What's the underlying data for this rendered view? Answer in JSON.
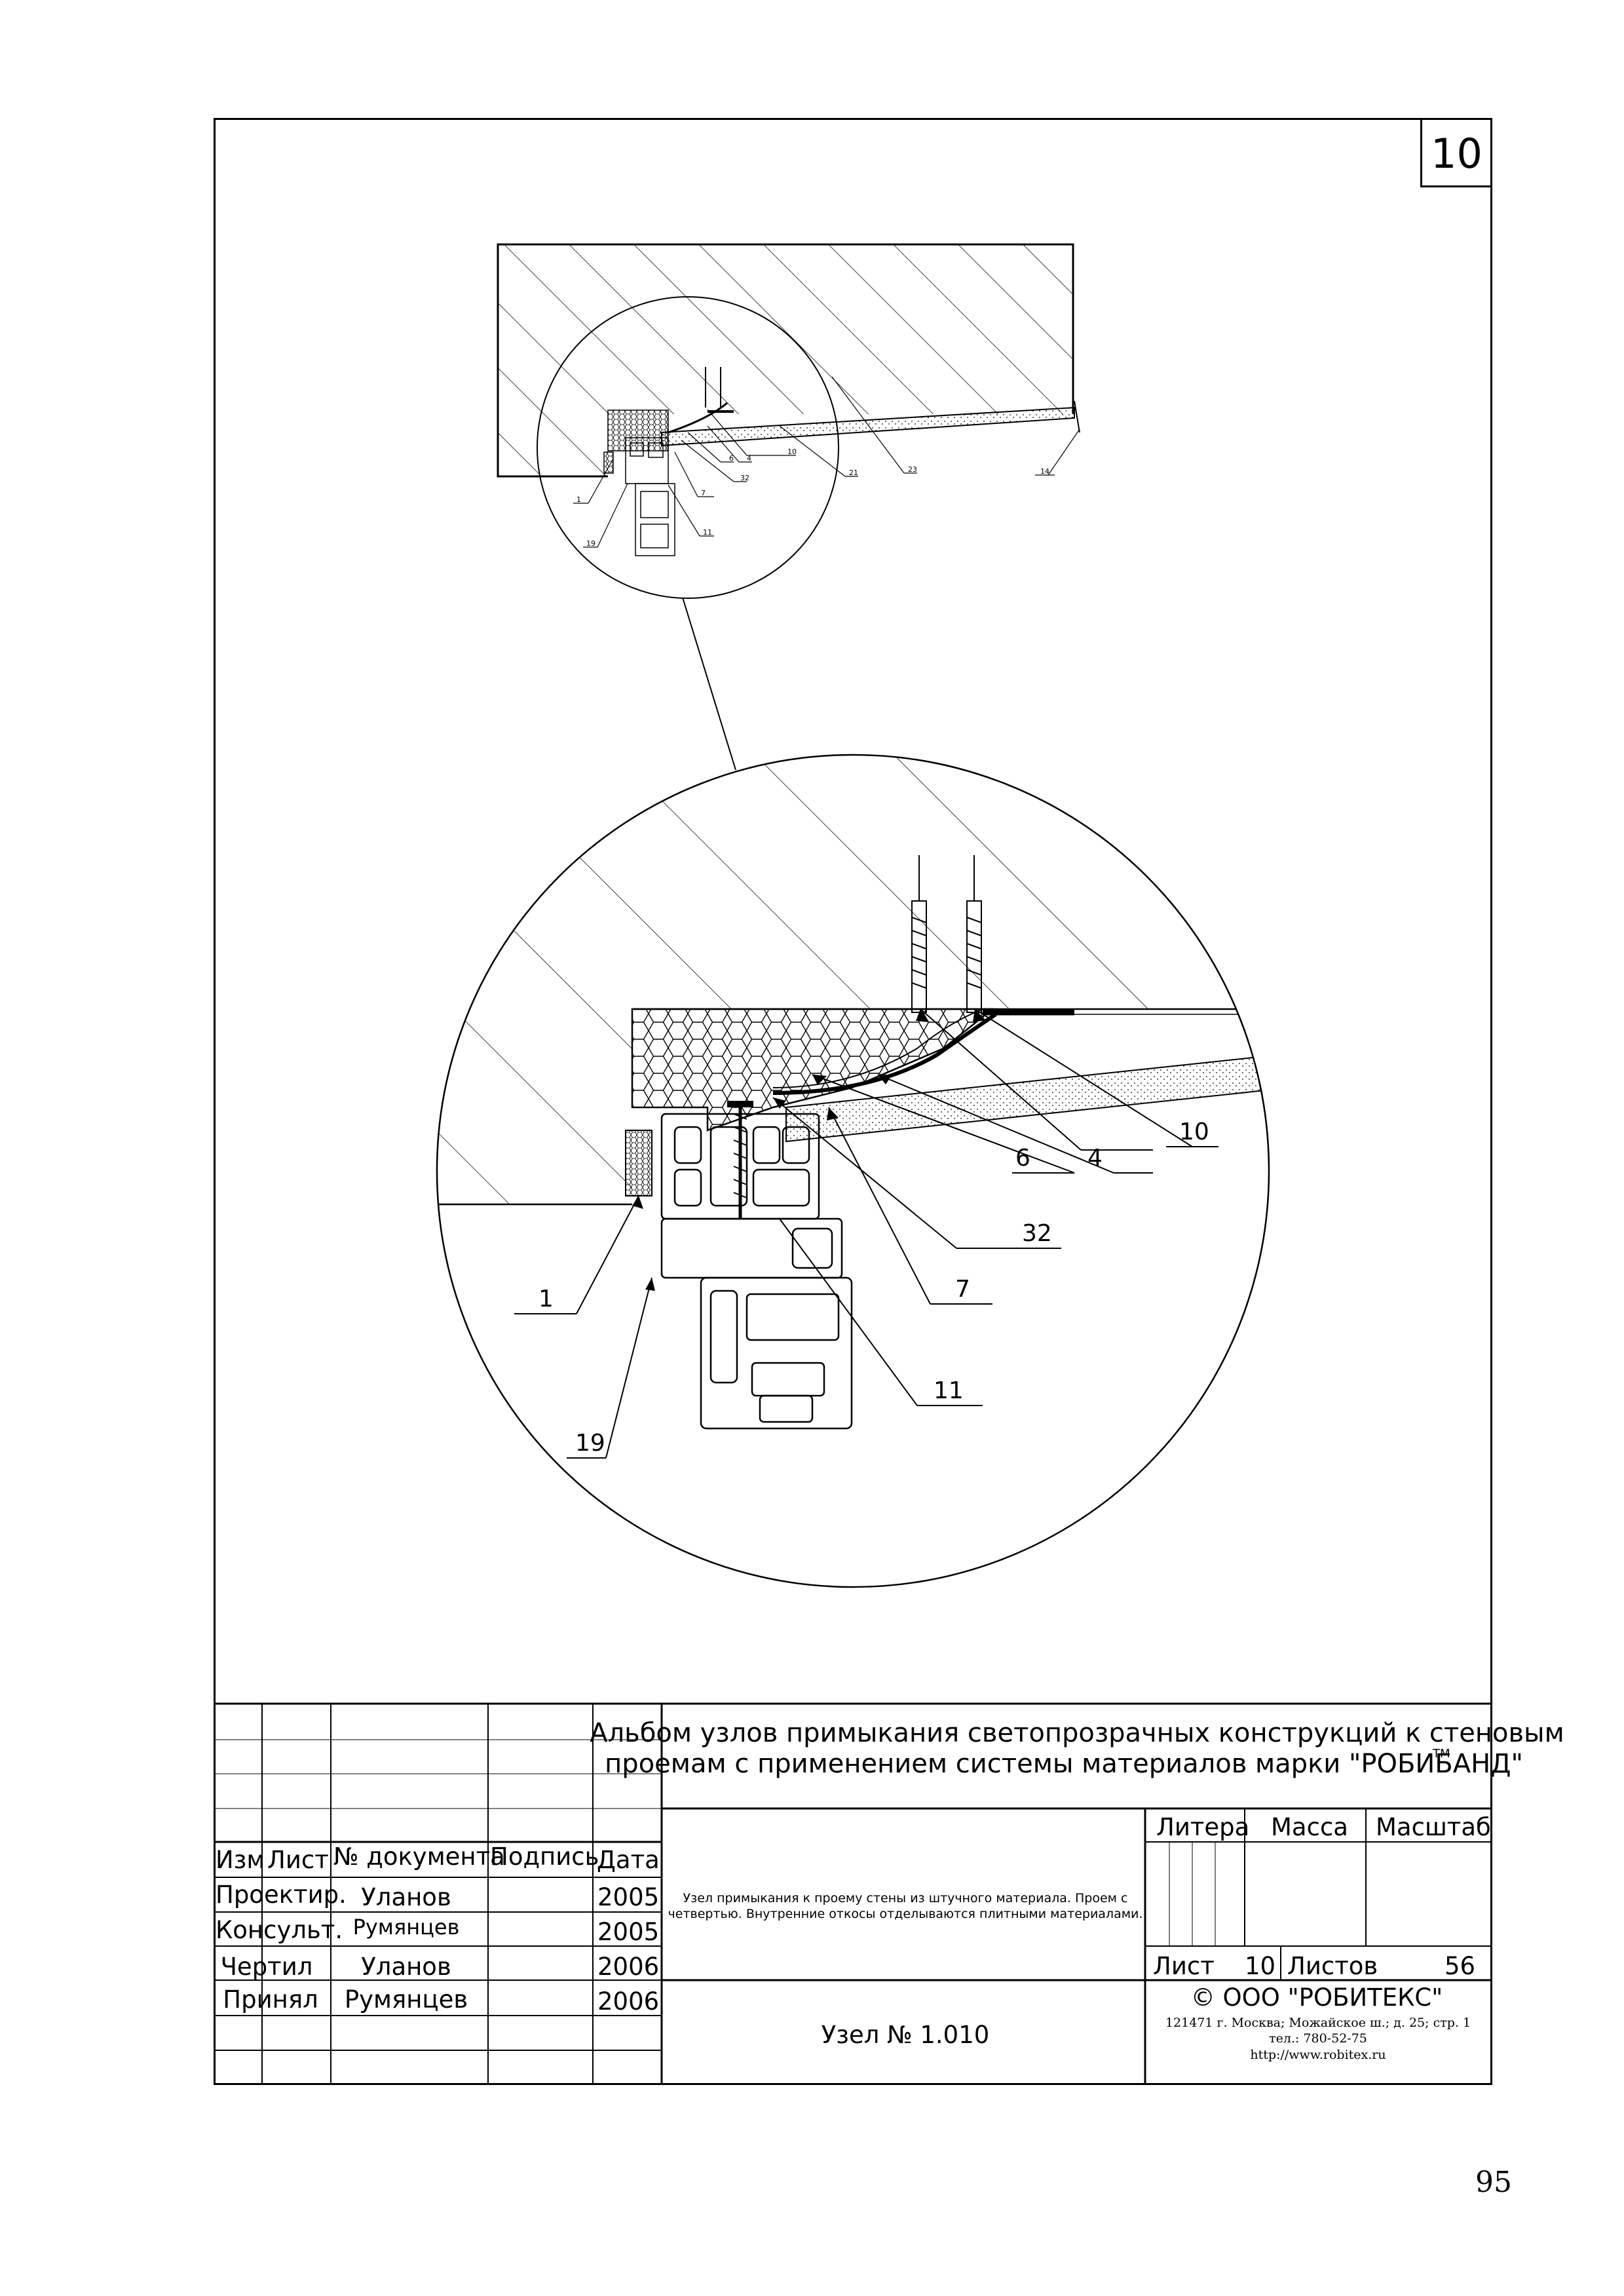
{
  "sheet_number": "10",
  "page_number": "95",
  "detail_labels_small": [
    "10",
    "6",
    "4",
    "32",
    "21",
    "23",
    "14",
    "1",
    "7",
    "19",
    "11"
  ],
  "detail_labels_large": [
    "10",
    "6",
    "4",
    "32",
    "1",
    "7",
    "11",
    "19"
  ],
  "title_block": {
    "album_title_line1": "Альбом узлов примыкания светопрозрачных конструкций к стеновым",
    "album_title_line2": "проемам с применением системы материалов марки \"РОБИБАНД\"",
    "trademark": "TM",
    "headers": {
      "izm": "Изм",
      "list": "Лист",
      "doc_no": "№ документа",
      "signature": "Подпись",
      "date": "Дата"
    },
    "rows": [
      {
        "role": "Проектир.",
        "name": "Уланов",
        "date": "2005"
      },
      {
        "role": "Консульт.",
        "name": "Румянцев",
        "date": "2005"
      },
      {
        "role": "Чертил",
        "name": "Уланов",
        "date": "2006"
      },
      {
        "role": "Принял",
        "name": "Румянцев",
        "date": "2006"
      }
    ],
    "description": "Узел примыкания к проему стены из штучного материала. Проем с четвертью. Внутренние откосы отделываются плитными материалами.",
    "litera": "Литера",
    "massa": "Масса",
    "masshtab": "Масштаб",
    "list_label": "Лист",
    "list_value": "10",
    "listov_label": "Листов",
    "listov_value": "56",
    "node_number": "Узел № 1.010",
    "company": "©   ООО \"РОБИТЕКС\"",
    "address": "121471 г. Москва; Можайское ш.; д. 25; стр. 1",
    "phone": "тел.: 780-52-75",
    "url": "http://www.robitex.ru"
  }
}
